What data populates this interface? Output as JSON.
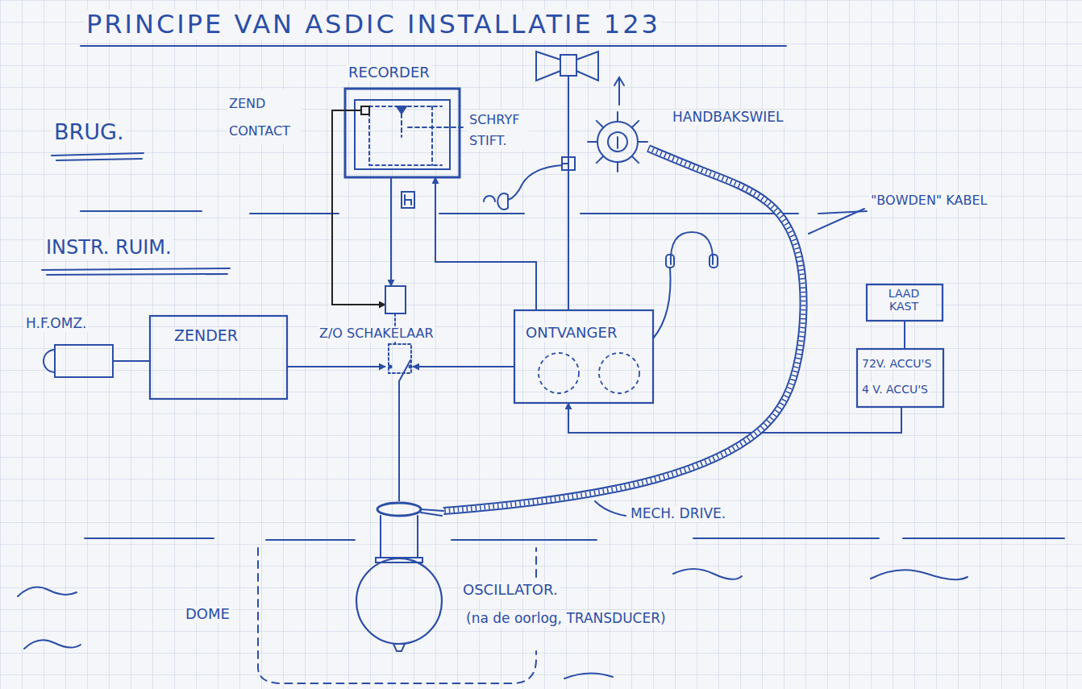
{
  "diagram": {
    "title": "PRINCIPE VAN ASDIC INSTALLATIE 123",
    "nodes": [
      {
        "text": [
          "RECORDER"
        ]
      },
      {
        "text": [
          "HANDBAKSWIEL"
        ]
      },
      {
        "text": [
          "H.F.OMZ."
        ]
      },
      {
        "text": [
          "ZENDER"
        ]
      },
      {
        "text": [
          "Z/O SCHAKELAAR"
        ]
      },
      {
        "text": [
          "ONTVANGER"
        ]
      },
      {
        "text": [
          "LAAD KAST"
        ]
      },
      {
        "text": [
          "72V. ACCU'S",
          "4 V. ACCU'S"
        ]
      },
      {
        "text": [
          "DOME"
        ]
      },
      {
        "text": [
          "OSCILLATOR.",
          "(na de oorlog, TRANSDUCER)"
        ],
        "in": 8
      }
    ],
    "edges": [
      {
        "from": 2,
        "to": 3,
        "arrow": "none"
      },
      {
        "from": 3,
        "to": 4,
        "arrow": "to"
      },
      {
        "from": 5,
        "to": 4,
        "arrow": "to"
      },
      {
        "from": 4,
        "to": 9,
        "arrow": "none"
      },
      {
        "from": 0,
        "to": 4,
        "arrow": "to"
      },
      {
        "from": 0,
        "to": 4,
        "arrow": "to"
      },
      {
        "from": 5,
        "to": 0,
        "arrow": "to"
      },
      {
        "from": 7,
        "to": 5,
        "arrow": "to"
      },
      {
        "from": 6,
        "to": 7,
        "arrow": "none"
      },
      {
        "from": 1,
        "to": 9,
        "arrow": "none"
      }
    ],
    "labels": [
      "BRUG.",
      "INSTR. RUIM.",
      "ZEND CONTACT",
      "SCHRYF STIFT.",
      "\"BOWDEN\" KABEL",
      "MECH. DRIVE."
    ]
  }
}
